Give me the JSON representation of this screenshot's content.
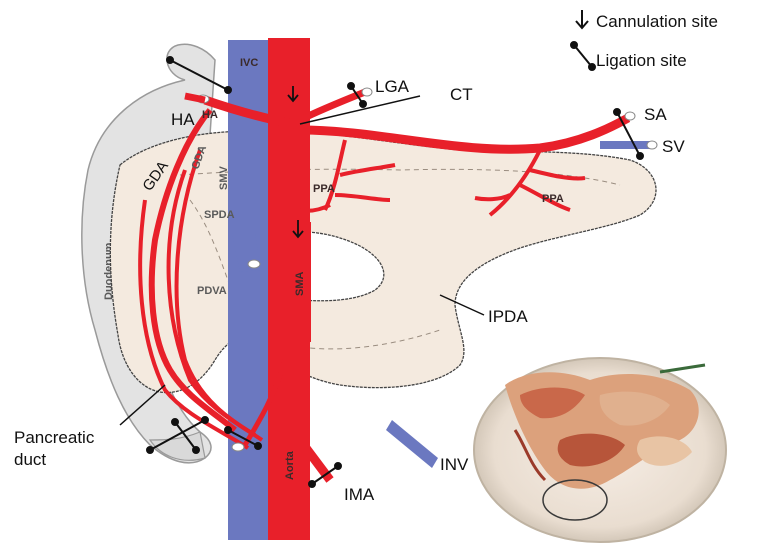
{
  "legend": {
    "cannulation": "Cannulation site",
    "ligation": "Ligation site"
  },
  "labels": {
    "ivc": "IVC",
    "lga": "LGA",
    "ct": "CT",
    "ha": "HA",
    "ha_small": "HA",
    "gda": "GDA",
    "gda_small": "GDA",
    "smv": "SMV",
    "spda": "SPDA",
    "pdva": "PDVA",
    "sma": "SMA",
    "ppa_left": "PPA",
    "ppa_right": "PPA",
    "duodenum": "Duodenum",
    "sa": "SA",
    "sv": "SV",
    "ipda": "IPDA",
    "pancreatic_duct_line1": "Pancreatic",
    "pancreatic_duct_line2": "duct",
    "inv": "INV",
    "ima": "IMA",
    "aorta": "Aorta"
  },
  "colors": {
    "artery": "#e8202a",
    "vein": "#6b78c0",
    "pancreas": "#f4eadf",
    "duodenum": "#e2e2e2"
  }
}
